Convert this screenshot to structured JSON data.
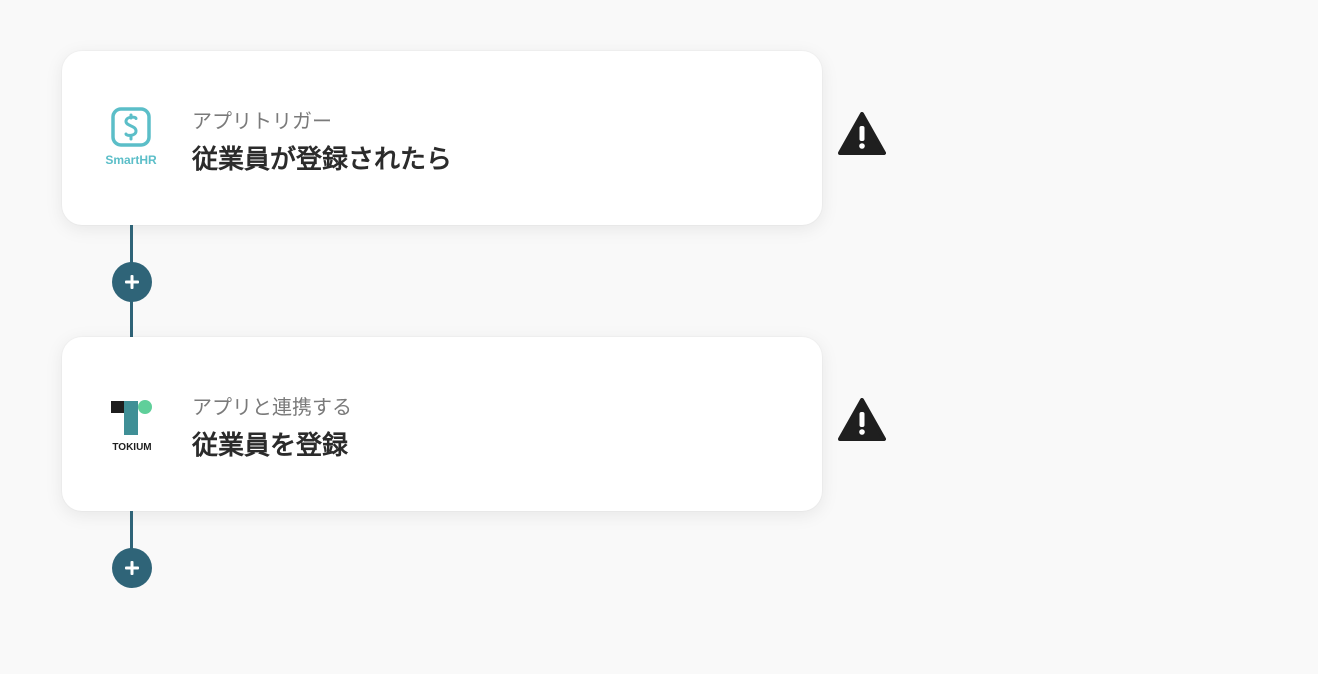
{
  "flow": {
    "steps": [
      {
        "app_icon": "smarthr-logo",
        "app_name": "SmartHR",
        "type_label": "アプリトリガー",
        "action_label": "従業員が登録されたら",
        "status_icon": "warning-icon"
      },
      {
        "app_icon": "tokium-logo",
        "app_name": "TOKIUM",
        "type_label": "アプリと連携する",
        "action_label": "従業員を登録",
        "status_icon": "warning-icon"
      }
    ],
    "add_step_icon": "plus-icon"
  },
  "colors": {
    "background": "#f9f9f9",
    "card": "#ffffff",
    "connector": "#2f6478",
    "smarthr_brand": "#5bbec8",
    "tokium_teal": "#3f8f96",
    "tokium_green": "#5fcf9a",
    "warning": "#1f1f1f"
  }
}
